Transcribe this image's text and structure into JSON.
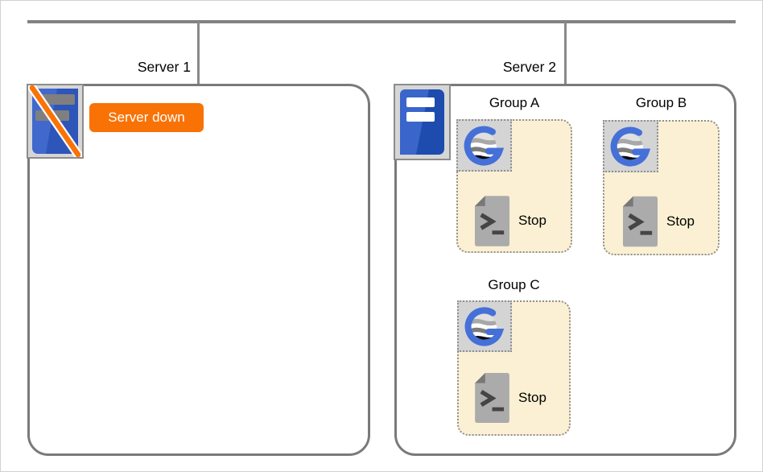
{
  "servers": [
    {
      "label": "Server 1",
      "state": "down",
      "badge": "Server down"
    },
    {
      "label": "Server 2",
      "state": "up"
    }
  ],
  "groups": [
    {
      "label": "Group A",
      "task_label": "Stop"
    },
    {
      "label": "Group B",
      "task_label": "Stop"
    },
    {
      "label": "Group C",
      "task_label": "Stop"
    }
  ],
  "icons": {
    "server_down": "server-with-orange-slash-icon",
    "server_up": "blue-server-icon",
    "group_logo": "sync-globe-g-icon",
    "task": "script-document-icon"
  },
  "colors": {
    "accent_orange": "#F87206",
    "server_blue_dark": "#1D4CAE",
    "server_blue_light": "#3A65CB",
    "bar_gray": "#7F7F7F",
    "group_fill": "#FBF0D3",
    "icon_container_gray": "#D6D6D6",
    "border_gray": "#7A7A7A",
    "line_gray": "#828282"
  }
}
